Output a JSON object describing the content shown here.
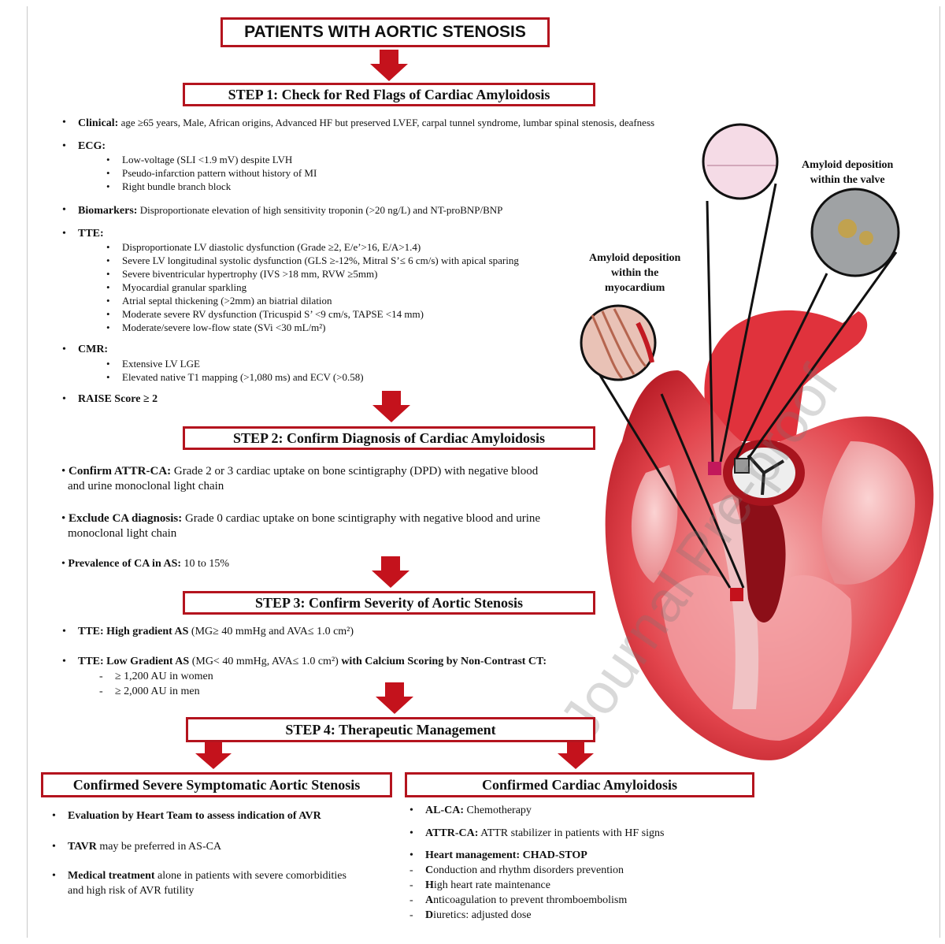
{
  "title": "PATIENTS WITH AORTIC STENOSIS",
  "step1": {
    "title": "STEP 1: Check for Red Flags of Cardiac Amyloidosis",
    "clinical_label": "Clinical:",
    "clinical_text": " age ≥65 years, Male, African origins, Advanced HF but preserved LVEF, carpal tunnel syndrome, lumbar spinal stenosis, deafness",
    "ecg_label": "ECG:",
    "ecg_items": [
      "Low-voltage (SLI <1.9 mV) despite LVH",
      "Pseudo-infarction pattern without history of MI",
      "Right bundle branch block"
    ],
    "biomarkers_label": "Biomarkers:",
    "biomarkers_text": " Disproportionate elevation of high sensitivity troponin (>20 ng/L) and NT-proBNP/BNP",
    "tte_label": "TTE:",
    "tte_items": [
      "Disproportionate LV diastolic dysfunction (Grade ≥2, E/e’>16, E/A>1.4)",
      "Severe LV longitudinal systolic dysfunction (GLS ≥-12%, Mitral S’≤ 6 cm/s) with apical sparing",
      "Severe biventricular hypertrophy (IVS >18 mm, RVW ≥5mm)",
      "Myocardial granular sparkling",
      "Atrial septal thickening (>2mm) an biatrial dilation",
      "Moderate severe RV dysfunction (Tricuspid S’ <9 cm/s, TAPSE <14 mm)",
      "Moderate/severe low-flow state (SVi <30 mL/m²)"
    ],
    "cmr_label": "CMR:",
    "cmr_items": [
      "Extensive LV LGE",
      "Elevated native T1 mapping (>1,080 ms) and ECV (>0.58)"
    ],
    "raise": "RAISE Score ≥ 2"
  },
  "step2": {
    "title": "STEP 2: Confirm Diagnosis of Cardiac Amyloidosis",
    "confirm_label": "Confirm ATTR-CA:",
    "confirm_text1": " Grade 2 or 3 cardiac uptake on bone scintigraphy (DPD) with negative blood",
    "confirm_text2": "and urine monoclonal light chain",
    "exclude_label": "Exclude CA diagnosis:",
    "exclude_text1": " Grade 0 cardiac uptake on bone scintigraphy with negative blood and urine",
    "exclude_text2": "monoclonal light chain",
    "prevalence_label": "Prevalence of CA in AS:",
    "prevalence_text": " 10 to 15%"
  },
  "step3": {
    "title": "STEP 3: Confirm Severity of Aortic Stenosis",
    "high_label": "TTE: High gradient AS",
    "high_text": " (MG≥ 40 mmHg and AVA≤ 1.0 cm²)",
    "low_label": "TTE: Low Gradient AS",
    "low_text": " (MG< 40 mmHg, AVA≤ 1.0 cm²) ",
    "low_label2": "with Calcium Scoring by Non-Contrast CT:",
    "thresholds": [
      "≥ 1,200 AU in women",
      "≥ 2,000 AU in men"
    ]
  },
  "step4": {
    "title": "STEP 4: Therapeutic Management",
    "left_title": "Confirmed Severe Symptomatic Aortic Stenosis",
    "left_eval": "Evaluation by Heart Team to assess indication of AVR",
    "left_tavr_label": "TAVR",
    "left_tavr_text": " may be preferred in AS-CA",
    "left_med_label": "Medical treatment",
    "left_med_text": " alone in patients with severe comorbidities",
    "left_med_text2": "and high risk of AVR futility",
    "right_title": "Confirmed Cardiac Amyloidosis",
    "al_label": "AL-CA:",
    "al_text": " Chemotherapy",
    "attr_label": "ATTR-CA:",
    "attr_text": " ATTR stabilizer  in patients with HF signs",
    "heart_label": "Heart management: CHAD-STOP",
    "chad": [
      {
        "letter": "C",
        "rest": "onduction and rhythm disorders prevention"
      },
      {
        "letter": "H",
        "rest": "igh heart rate maintenance"
      },
      {
        "letter": "A",
        "rest": "nticoagulation to prevent thromboembolism"
      },
      {
        "letter": "D",
        "rest": "iuretics: adjusted dose"
      }
    ]
  },
  "figure": {
    "valve_label": [
      "Amyloid deposition",
      "within the valve"
    ],
    "myo_label": [
      "Amyloid deposition",
      "within the",
      "myocardium"
    ]
  },
  "watermark": "Journal Pre-proof",
  "colors": {
    "accent": "#b4141e",
    "arrow": "#c4121c"
  }
}
